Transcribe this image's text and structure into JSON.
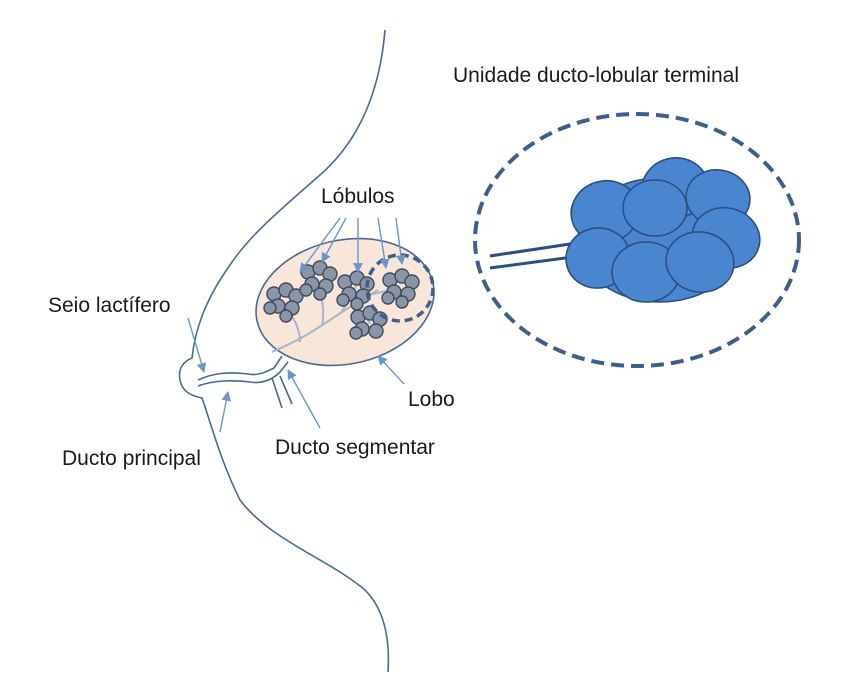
{
  "labels": {
    "terminal_unit": "Unidade ducto-lobular terminal",
    "lobules": "Lóbulos",
    "sinus": "Seio lactífero",
    "lobe": "Lobo",
    "main_duct": "Ducto principal",
    "segmental_duct": "Ducto segmentar"
  },
  "colors": {
    "outline": "#4a6a95",
    "arrow": "#6b96c8",
    "lobe_fill": "#f8e6da",
    "lobule_fill": "#8a96a8",
    "lobule_stroke": "#3f4a5a",
    "acinus_fill": "#4a86cf",
    "acinus_stroke": "#2c4f80",
    "dash": "#3d5f8c"
  }
}
